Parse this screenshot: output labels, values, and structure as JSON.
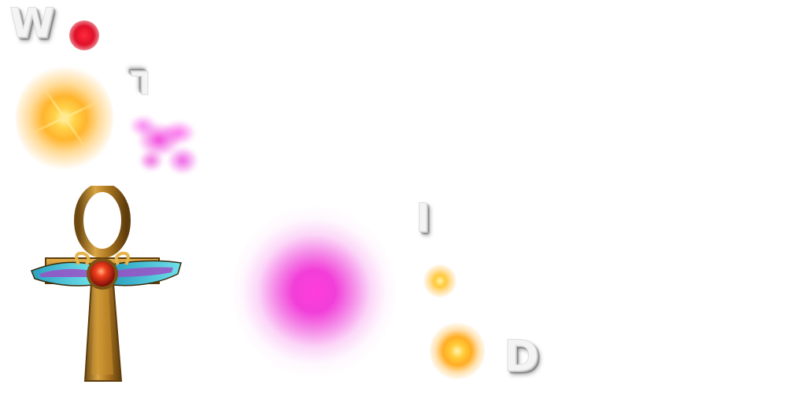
{
  "glyphs": {
    "w": "W",
    "l": "L",
    "i": "I",
    "d": "D"
  },
  "icons": [
    "red-gem-icon",
    "large-gold-sparkle-icon",
    "magenta-smoke-icon",
    "ankh-icon",
    "magenta-orb-icon",
    "small-gold-sparkle-icon",
    "medium-gold-sparkle-icon"
  ],
  "colors": {
    "background": "#ffffff",
    "letter_face": "#f4f4f4",
    "gem_red": "#e0102a",
    "gold": "#ffb52e",
    "magenta": "#f23ed8",
    "ankh_bronze": "#b07a22",
    "wing_turquoise": "#3fc6d8",
    "wing_purple": "#9a4fc4"
  }
}
